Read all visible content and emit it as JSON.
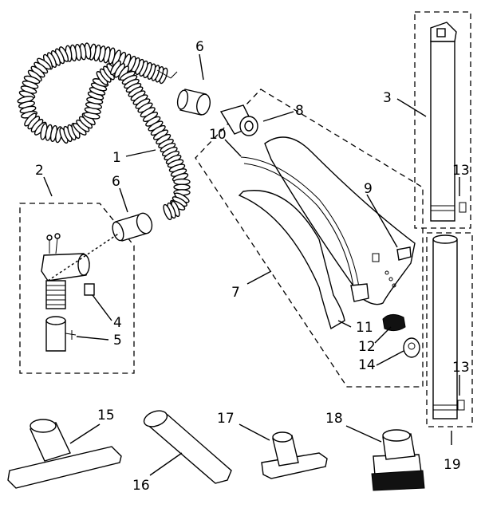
{
  "labels": {
    "hose_assembly": "1",
    "handle_assembly": "2",
    "wand_upper": "3",
    "switch": "4",
    "handle_end": "5",
    "cuff_top": "6",
    "cuff_handle": "6",
    "handle_kit": "7",
    "swivel": "8",
    "handle_half": "9",
    "wire_harness": "10",
    "handle_half_rear": "11",
    "clip": "12",
    "wand_latch_upper": "13",
    "latch": "14",
    "wand_latch_lower": "13",
    "floor_tool": "15",
    "crevice_tool": "16",
    "upholstery_tool": "17",
    "dusting_brush": "18",
    "wand_set": "19"
  }
}
